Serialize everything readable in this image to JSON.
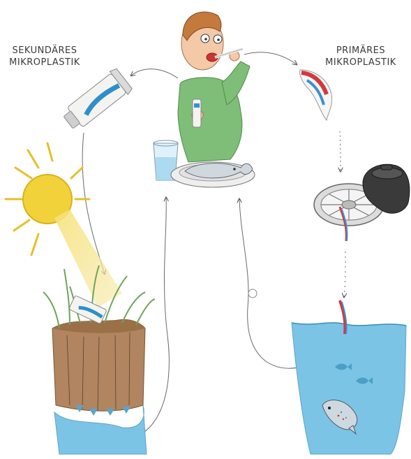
{
  "labels": {
    "secondary": {
      "line1": "SEKUNDÄRES",
      "line2": "MIKROPLASTIK"
    },
    "primary": {
      "line1": "PRIMÄRES",
      "line2": "MIKROPLASTIK"
    }
  },
  "icons": [
    "toothpaste-tube-icon",
    "sun-icon",
    "soil-block-icon",
    "person-brushing-teeth-icon",
    "water-glass-icon",
    "fish-plate-icon",
    "toothpaste-ribbon-icon",
    "drain-grate-icon",
    "drain-lid-icon",
    "ocean-water-icon",
    "fish-icon"
  ],
  "colors": {
    "water": "#7cc4e6",
    "soil": "#b08560",
    "sun": "#f2d23a",
    "shirt": "#7fbe78",
    "toothpaste_red": "#d23a3a",
    "toothpaste_blue": "#3a8fd2"
  }
}
